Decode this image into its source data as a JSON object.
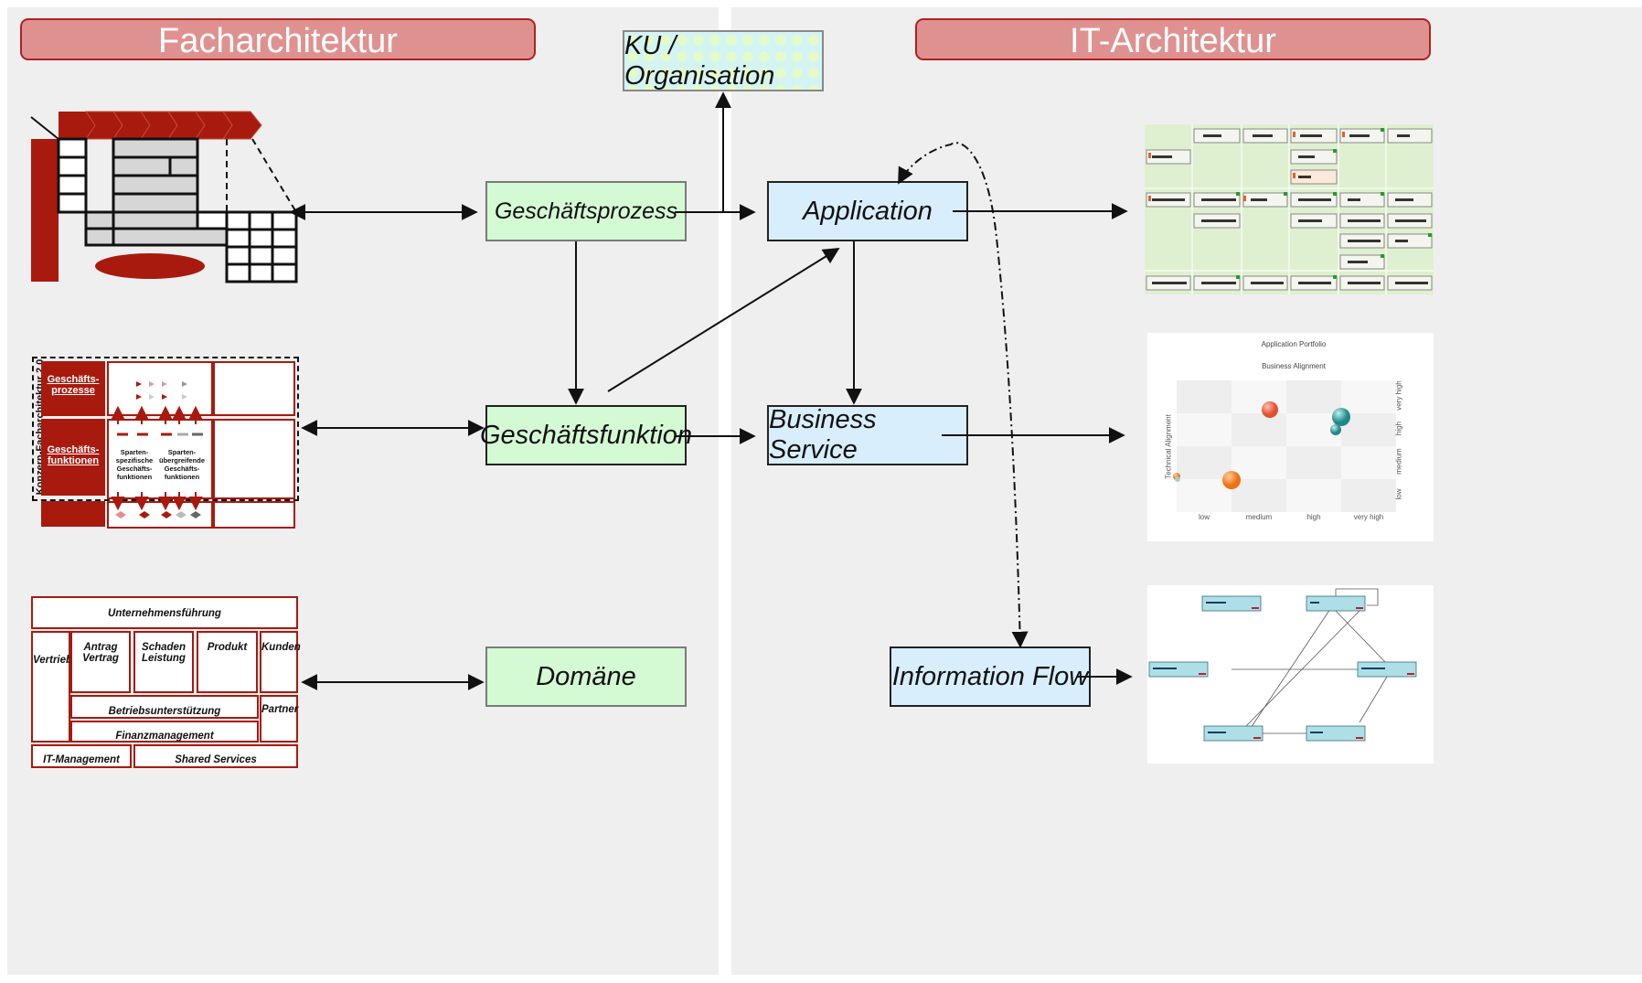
{
  "headers": {
    "left": "Facharchitektur",
    "right": "IT-Architektur"
  },
  "nodes": {
    "ku": "KU / Organisation",
    "geschaeftsprozess": "Geschäftsprozess",
    "geschaeftsfunktion": "Geschäftsfunktion",
    "domaene": "Domäne",
    "application": "Application",
    "business_service": "Business Service",
    "information_flow": "Information Flow"
  },
  "functional_map": {
    "vertical_label": "Konzern-Facharchitektur 2.0",
    "row1_label": "Geschäfts-\nprozesse",
    "row2_label": "Geschäfts-\nfunktionen",
    "col1": "Sparten-\nspezifische\nGeschäfts-\nfunktionen",
    "col2": "Sparten-\nübergreifende\nGeschäfts-\nfunktionen"
  },
  "domain_map": {
    "top": "Unternehmensführung",
    "vertrieb": "Vertrieb",
    "antrag": "Antrag\nVertrag",
    "schaden": "Schaden\nLeistung",
    "produkt": "Produkt",
    "kunden": "Kunden",
    "betrieb": "Betriebsunterstützung",
    "partner": "Partner",
    "finanz": "Finanzmanagement",
    "it": "IT-Management",
    "shared": "Shared Services"
  },
  "portfolio": {
    "title": "Application Portfolio",
    "subtitle": "Business Alignment",
    "ylabel": "Technical Alignment",
    "xticks": [
      "low",
      "medium",
      "high",
      "very high"
    ],
    "yticks": [
      "low",
      "medium",
      "high",
      "very high"
    ]
  },
  "colors": {
    "dark_red": "#a81a0e",
    "header_fill": "#df9190",
    "node_green": "#d4fad4",
    "node_blue": "#d8eefc",
    "panel": "#efefef"
  }
}
